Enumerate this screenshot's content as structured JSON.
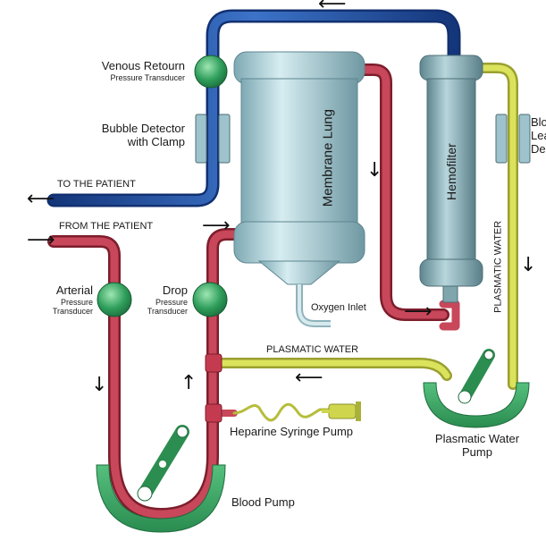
{
  "labels": {
    "venous_retourn": "Venous Retourn",
    "venous_pressure_transducer": "Pressure Transducer",
    "bubble_detector": "Bubble Detector",
    "with_clamp": "with Clamp",
    "to_patient": "TO THE PATIENT",
    "from_patient": "FROM THE PATIENT",
    "arterial": "Arterial",
    "arterial_pressure": "Pressure",
    "arterial_transducer": "Transducer",
    "drop": "Drop",
    "drop_pressure": "Pressure",
    "drop_transducer": "Transducer",
    "membrane_lung": "Membrane Lung",
    "hemofilter": "Hemofilter",
    "oxygen_inlet": "Oxygen Inlet",
    "plasmatic_water_h": "PLASMATIC WATER",
    "plasmatic_water_v": "PLASMATIC WATER",
    "heparine_pump": "Heparine Syringe Pump",
    "plasmatic_water_pump_1": "Plasmatic Water",
    "plasmatic_water_pump_2": "Pump",
    "blood_pump": "Blood Pump",
    "blood_leak_1": "Blo",
    "blood_leak_2": "Lea",
    "blood_leak_3": "De"
  },
  "colors": {
    "venous_blue": "#1f4fa0",
    "arterial_red": "#b8374a",
    "plasma_yellow": "#cdd44a",
    "pump_green": "#3aa866",
    "lung_steel": "#9fc3cc",
    "filter_steel": "#7fa5ad"
  },
  "icons": {
    "flow_arrow": "arrow-icon",
    "transducer": "pressure-transducer-icon"
  }
}
